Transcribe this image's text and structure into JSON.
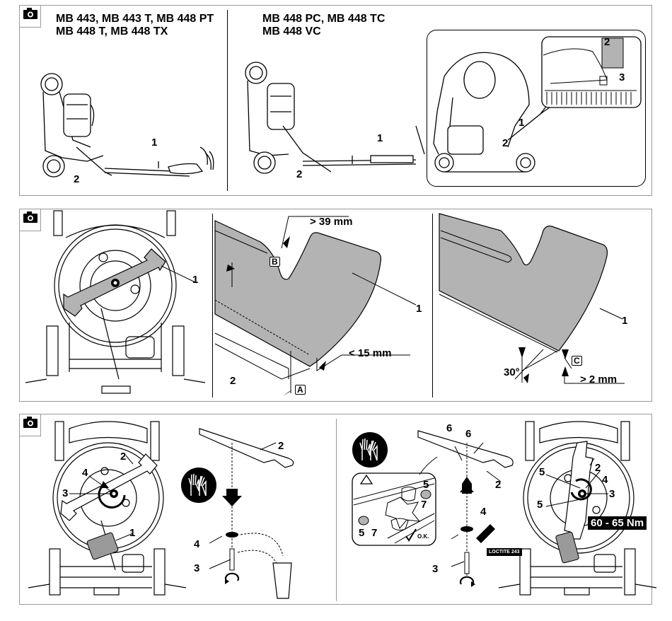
{
  "panels": [
    {
      "id": "handle-folding",
      "camera_icon": "camera-icon",
      "left": {
        "title_line1": "MB 443, MB 443 T, MB 448 PT",
        "title_line2": "MB 448 T, MB 448 TX",
        "callouts": [
          "1",
          "2"
        ]
      },
      "right": {
        "title_line1": "MB 448 PC, MB 448 TC",
        "title_line2": "MB 448 VC",
        "callouts": [
          "1",
          "2"
        ],
        "inset_callouts": [
          "1",
          "2"
        ],
        "detail_callouts": [
          "2",
          "3"
        ]
      }
    },
    {
      "id": "blade-wear-check",
      "camera_icon": "camera-icon",
      "overview_callouts": [
        "1"
      ],
      "detail1": {
        "dimension_top": "> 39 mm",
        "dimension_bottom": "< 15 mm",
        "marker_b": "B",
        "marker_a": "A",
        "callouts": [
          "1",
          "2"
        ]
      },
      "detail2": {
        "angle": "30°",
        "dimension": "> 2 mm",
        "marker_c": "C",
        "callouts": [
          "1"
        ]
      }
    },
    {
      "id": "blade-removal-installation",
      "camera_icon": "camera-icon",
      "removal": {
        "mower_callouts": [
          "1",
          "2",
          "3",
          "4"
        ],
        "exploded_callouts": [
          "2",
          "4",
          "3"
        ],
        "gloves_icon": "gloves-icon"
      },
      "installation": {
        "gloves_icon": "gloves-icon",
        "warning_icon": "warning-icon",
        "inset_callouts": [
          "5",
          "7",
          "5",
          "7"
        ],
        "ok_label": "O.K.",
        "exploded_callouts": [
          "6",
          "6",
          "2",
          "4",
          "3"
        ],
        "adhesive_label": "LOCTITE 243",
        "mower_callouts": [
          "5",
          "2",
          "4",
          "5",
          "3"
        ],
        "torque_label": "60 - 65 Nm"
      }
    }
  ],
  "colors": {
    "blade_fill": "#b3b3b3",
    "border": "#9a9a9a",
    "badge_bg": "#000000",
    "badge_text": "#ffffff"
  }
}
